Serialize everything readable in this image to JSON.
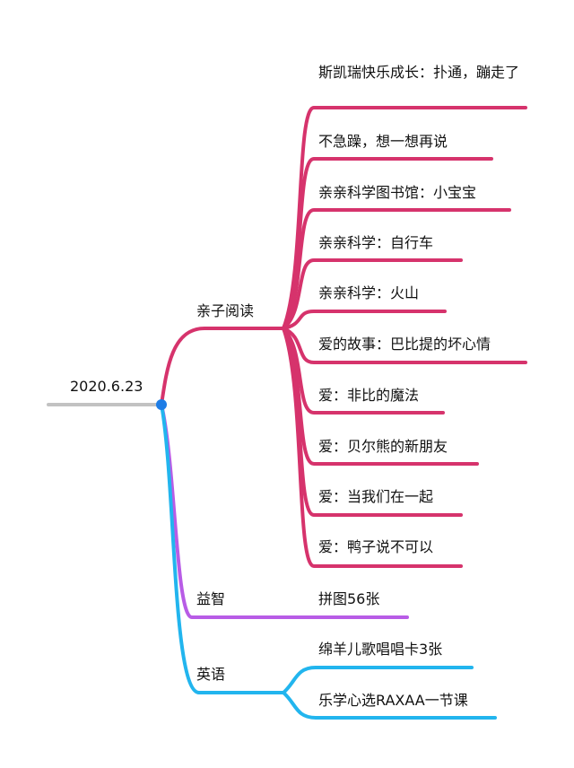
{
  "root": {
    "label": "2020.6.23"
  },
  "colors": {
    "root_line": "#c2c2c2",
    "root_dot": "#1e7de6",
    "reading": "#d6336c",
    "puzzle": "#b85ce6",
    "english": "#22b5ee"
  },
  "branches": [
    {
      "label": "亲子阅读",
      "items": [
        "斯凯瑞快乐成长：扑通，蹦走了",
        "不急躁，想一想再说",
        "亲亲科学图书馆：小宝宝",
        "亲亲科学：自行车",
        "亲亲科学：火山",
        "爱的故事：巴比提的坏心情",
        "爱：非比的魔法",
        "爱：贝尔熊的新朋友",
        "爱：当我们在一起",
        "爱：鸭子说不可以"
      ]
    },
    {
      "label": "益智",
      "items": [
        "拼图56张"
      ]
    },
    {
      "label": "英语",
      "items": [
        "绵羊儿歌唱唱卡3张",
        "乐学心选RAXAA一节课"
      ]
    }
  ]
}
